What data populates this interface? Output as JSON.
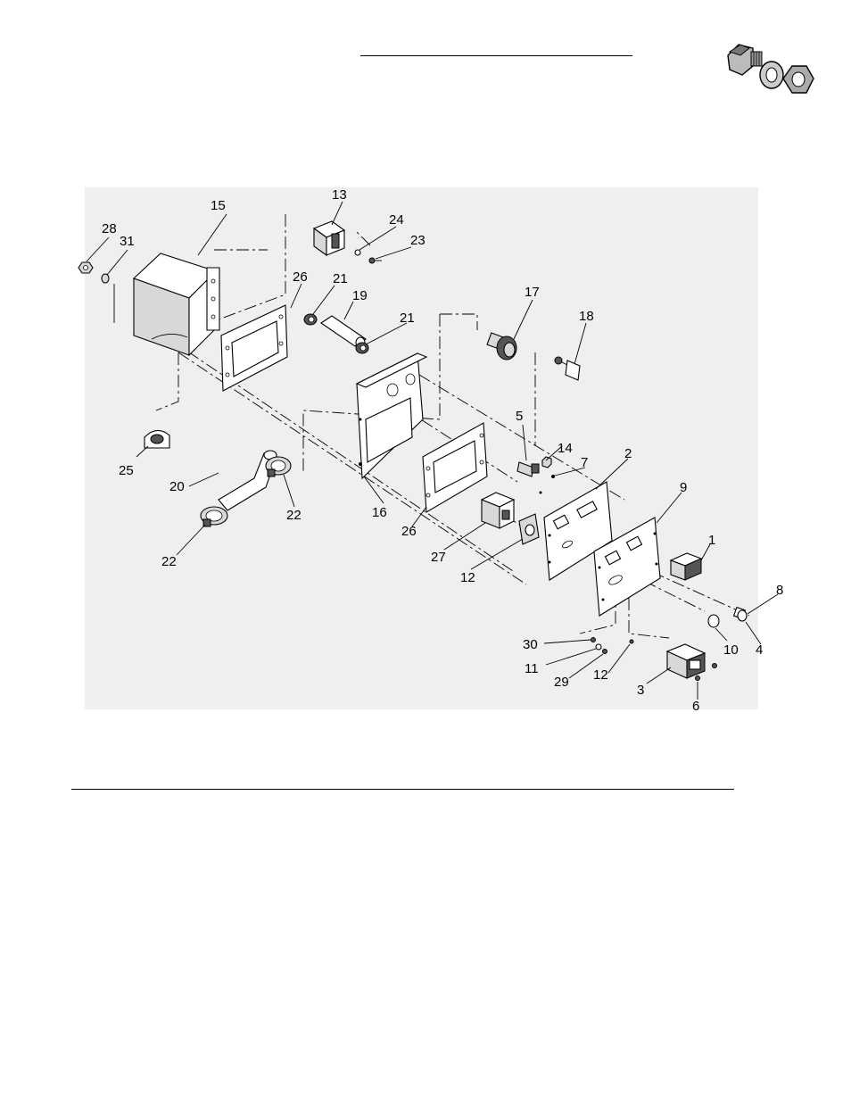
{
  "diagram": {
    "type": "exploded-parts-diagram",
    "callouts": [
      "1",
      "2",
      "3",
      "4",
      "5",
      "6",
      "7",
      "8",
      "9",
      "10",
      "11",
      "12",
      "13",
      "14",
      "15",
      "16",
      "17",
      "18",
      "19",
      "20",
      "21",
      "22",
      "23",
      "24",
      "25",
      "26",
      "27",
      "28",
      "29",
      "30",
      "31"
    ],
    "callout_labels": {
      "c1": "1",
      "c2": "2",
      "c3": "3",
      "c4": "4",
      "c5": "5",
      "c6": "6",
      "c7": "7",
      "c8": "8",
      "c9": "9",
      "c10": "10",
      "c11": "11",
      "c12a": "12",
      "c12b": "12",
      "c13": "13",
      "c14": "14",
      "c15": "15",
      "c16": "16",
      "c17": "17",
      "c18": "18",
      "c19": "19",
      "c20": "20",
      "c21a": "21",
      "c21b": "21",
      "c22a": "22",
      "c22b": "22",
      "c23": "23",
      "c24": "24",
      "c25": "25",
      "c26a": "26",
      "c26b": "26",
      "c27": "27",
      "c28": "28",
      "c29": "29",
      "c30": "30",
      "c31": "31"
    }
  },
  "hardware_icon": {
    "icon": "bolt-washer-nut-icon"
  },
  "colors": {
    "panel_background": "#efefef",
    "ink": "#000000"
  }
}
